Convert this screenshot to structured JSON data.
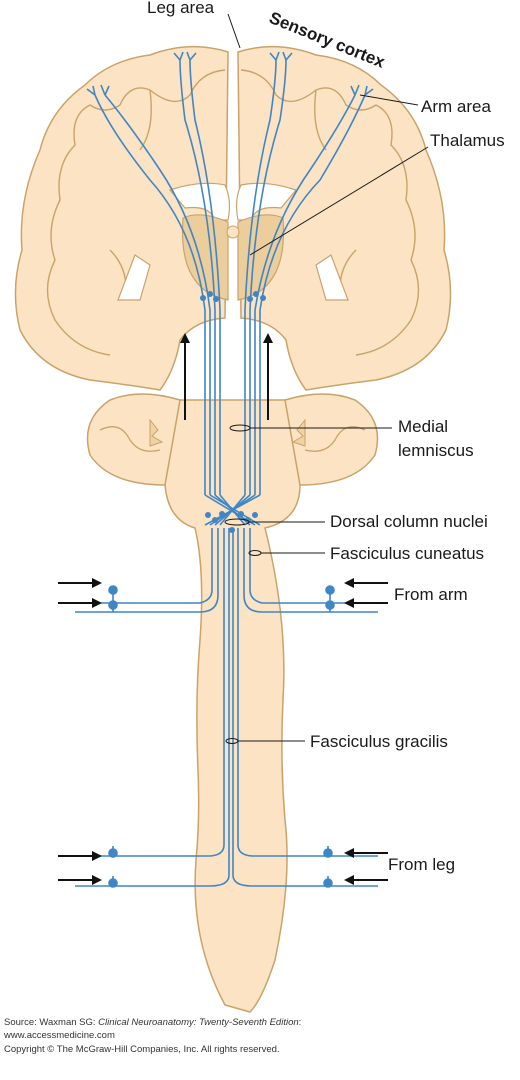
{
  "colors": {
    "tissue": "#fbe3c3",
    "outline": "#c9a36a",
    "gray_matter": "#f0d2a4",
    "thalamus": "#eccd9c",
    "tract": "#3f86c6",
    "arrow": "#111111",
    "label": "#1a1a1a"
  },
  "labels": {
    "leg_area": "Leg area",
    "sensory_cortex": "Sensory cortex",
    "arm_area": "Arm area",
    "thalamus": "Thalamus",
    "medial_lemniscus_1": "Medial",
    "medial_lemniscus_2": "lemniscus",
    "dorsal_column_nuclei": "Dorsal column nuclei",
    "fasciculus_cuneatus": "Fasciculus cuneatus",
    "from_arm": "From arm",
    "fasciculus_gracilis": "Fasciculus gracilis",
    "from_leg": "From leg"
  },
  "credit": {
    "source_prefix": "Source: Waxman SG: ",
    "source_title": "Clinical Neuroanatomy: Twenty-Seventh Edition",
    "source_suffix": ":",
    "url": "www.accessmedicine.com",
    "copyright": "Copyright © The McGraw-Hill Companies, Inc. All rights reserved."
  },
  "icons": [
    "arrow-right-icon",
    "arrow-left-icon",
    "arrow-up-icon"
  ]
}
